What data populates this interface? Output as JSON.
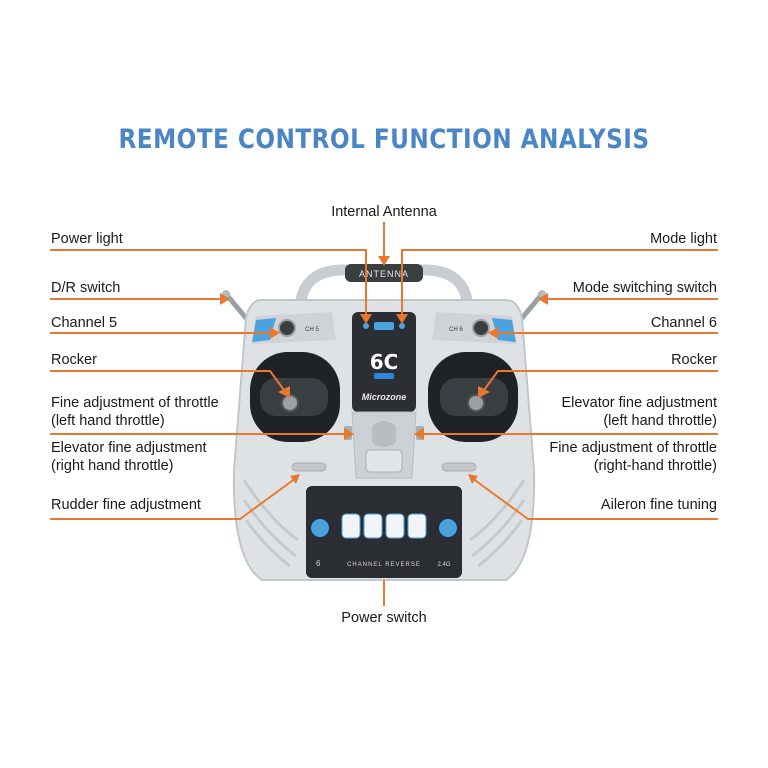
{
  "title": "REMOTE CONTROL FUNCTION ANALYSIS",
  "colors": {
    "title": "#4a86c6",
    "leader": "#e8782e",
    "body": "#d9dcdf",
    "accent": "#4aa3df",
    "screen": "#2e86d6"
  },
  "labels": {
    "internal_antenna": "Internal Antenna",
    "power_light": "Power light",
    "mode_light": "Mode light",
    "dr_switch": "D/R switch",
    "mode_switching_switch": "Mode switching switch",
    "channel5": "Channel 5",
    "channel6": "Channel 6",
    "rocker_left": "Rocker",
    "rocker_right": "Rocker",
    "fine_throttle_left_1": "Fine adjustment of throttle",
    "fine_throttle_left_2": "(left hand throttle)",
    "elevator_fine_right_1": "Elevator fine adjustment",
    "elevator_fine_right_2": "(left hand throttle)",
    "elevator_fine_left_1": "Elevator fine adjustment",
    "elevator_fine_left_2": "(right hand throttle)",
    "fine_throttle_right_1": "Fine adjustment of throttle",
    "fine_throttle_right_2": "(right-hand throttle)",
    "rudder_fine": "Rudder fine adjustment",
    "aileron_fine": "Aileron fine tuning",
    "power_switch": "Power switch"
  },
  "device": {
    "antenna_text": "ANTENNA",
    "model": "6C",
    "brand": "Microzone",
    "ch5_tag": "CH 5",
    "ch6_tag": "CH 6",
    "bottom_left_text": "6",
    "channel_reverse": "CHANNEL REVERSE",
    "bottom_right_text": "2.4G"
  }
}
